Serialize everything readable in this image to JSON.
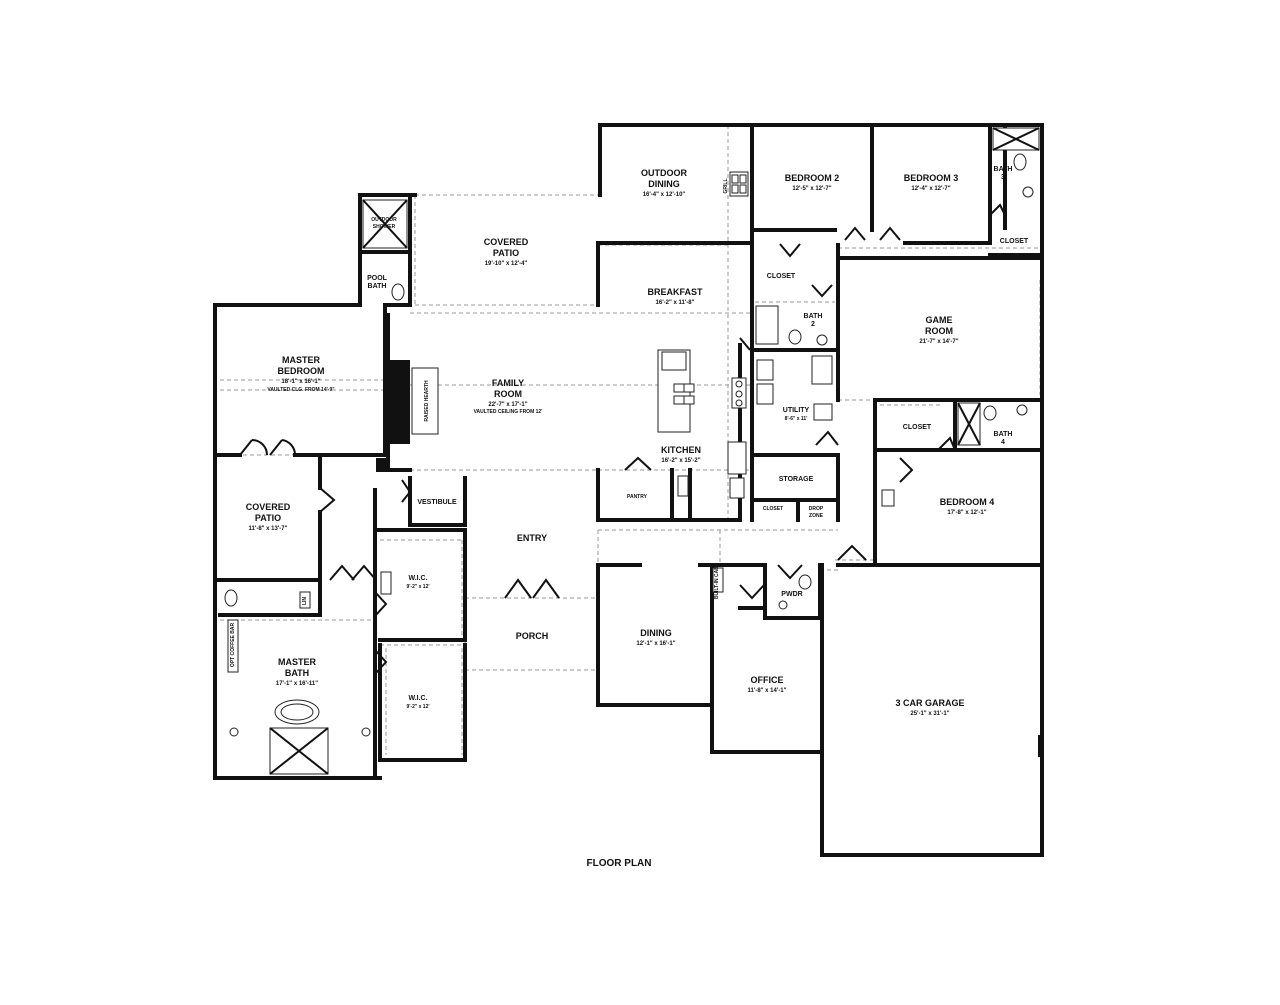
{
  "caption": "FLOOR PLAN",
  "rooms": {
    "outdoor_dining": {
      "name1": "OUTDOOR",
      "name2": "DINING",
      "dim": "16'-4\" x 12'-10\""
    },
    "bedroom2": {
      "name": "BEDROOM 2",
      "dim": "12'-5\" x 12'-7\""
    },
    "bedroom3": {
      "name": "BEDROOM 3",
      "dim": "12'-4\" x 12'-7\""
    },
    "bath3": {
      "name1": "BATH",
      "name2": "3"
    },
    "closet_b3": {
      "name": "CLOSET"
    },
    "outdoor_shower": {
      "name1": "OUTDOOR",
      "name2": "SHOWER"
    },
    "covered_patio_top": {
      "name1": "COVERED",
      "name2": "PATIO",
      "dim": "19'-10\" x 12'-4\""
    },
    "pool_bath": {
      "name1": "POOL",
      "name2": "BATH"
    },
    "grill": {
      "name": "GRILL"
    },
    "breakfast": {
      "name": "BREAKFAST",
      "dim": "16'-2\" x 11'-8\""
    },
    "closet_b2": {
      "name": "CLOSET"
    },
    "bath2": {
      "name1": "BATH",
      "name2": "2"
    },
    "game_room": {
      "name1": "GAME",
      "name2": "ROOM",
      "dim": "21'-7\" x 14'-7\""
    },
    "master_bedroom": {
      "name1": "MASTER",
      "name2": "BEDROOM",
      "dim": "18'-1\" x 16'-1\"",
      "note": "VAULTED CLG. FROM 14'-9\""
    },
    "family_room": {
      "name1": "FAMILY",
      "name2": "ROOM",
      "dim": "22'-7\" x 17'-1\"",
      "note": "VAULTED CEILING FROM 12'"
    },
    "fireplace": {
      "name": "RAISED HEARTH"
    },
    "utility": {
      "name": "UTILITY",
      "dim": "8'-6\" x 11'"
    },
    "closet_b4": {
      "name": "CLOSET"
    },
    "bath4": {
      "name1": "BATH",
      "name2": "4"
    },
    "kitchen": {
      "name": "KITCHEN",
      "dim": "16'-2\" x 15'-2\""
    },
    "storage": {
      "name": "STORAGE"
    },
    "covered_patio_left": {
      "name1": "COVERED",
      "name2": "PATIO",
      "dim": "11'-8\" x 13'-7\""
    },
    "vestibule": {
      "name": "VESTIBULE"
    },
    "pantry": {
      "name": "PANTRY"
    },
    "closet_entry": {
      "name": "CLOSET"
    },
    "drop_zone": {
      "name1": "DROP",
      "name2": "ZONE"
    },
    "bedroom4": {
      "name": "BEDROOM 4",
      "dim": "17'-8\" x 12'-1\""
    },
    "entry": {
      "name": "ENTRY"
    },
    "wic1": {
      "name": "W.I.C.",
      "dim": "9'-2\" x 12'"
    },
    "wic2": {
      "name": "W.I.C.",
      "dim": "9'-2\" x 12'"
    },
    "built_in": {
      "name": "BUILT-IN CAB."
    },
    "linen": {
      "name": "LIN"
    },
    "coffee_bar": {
      "name": "OPT COFFEE BAR"
    },
    "pwdr": {
      "name": "PWDR"
    },
    "master_bath": {
      "name1": "MASTER",
      "name2": "BATH",
      "dim": "17'-1\" x 16'-11\""
    },
    "porch": {
      "name": "PORCH"
    },
    "dining": {
      "name": "DINING",
      "dim": "12'-1\" x 16'-1\""
    },
    "office": {
      "name": "OFFICE",
      "dim": "11'-8\" x 14'-1\""
    },
    "garage": {
      "name": "3 CAR GARAGE",
      "dim": "25'-1\" x 31'-1\""
    }
  }
}
